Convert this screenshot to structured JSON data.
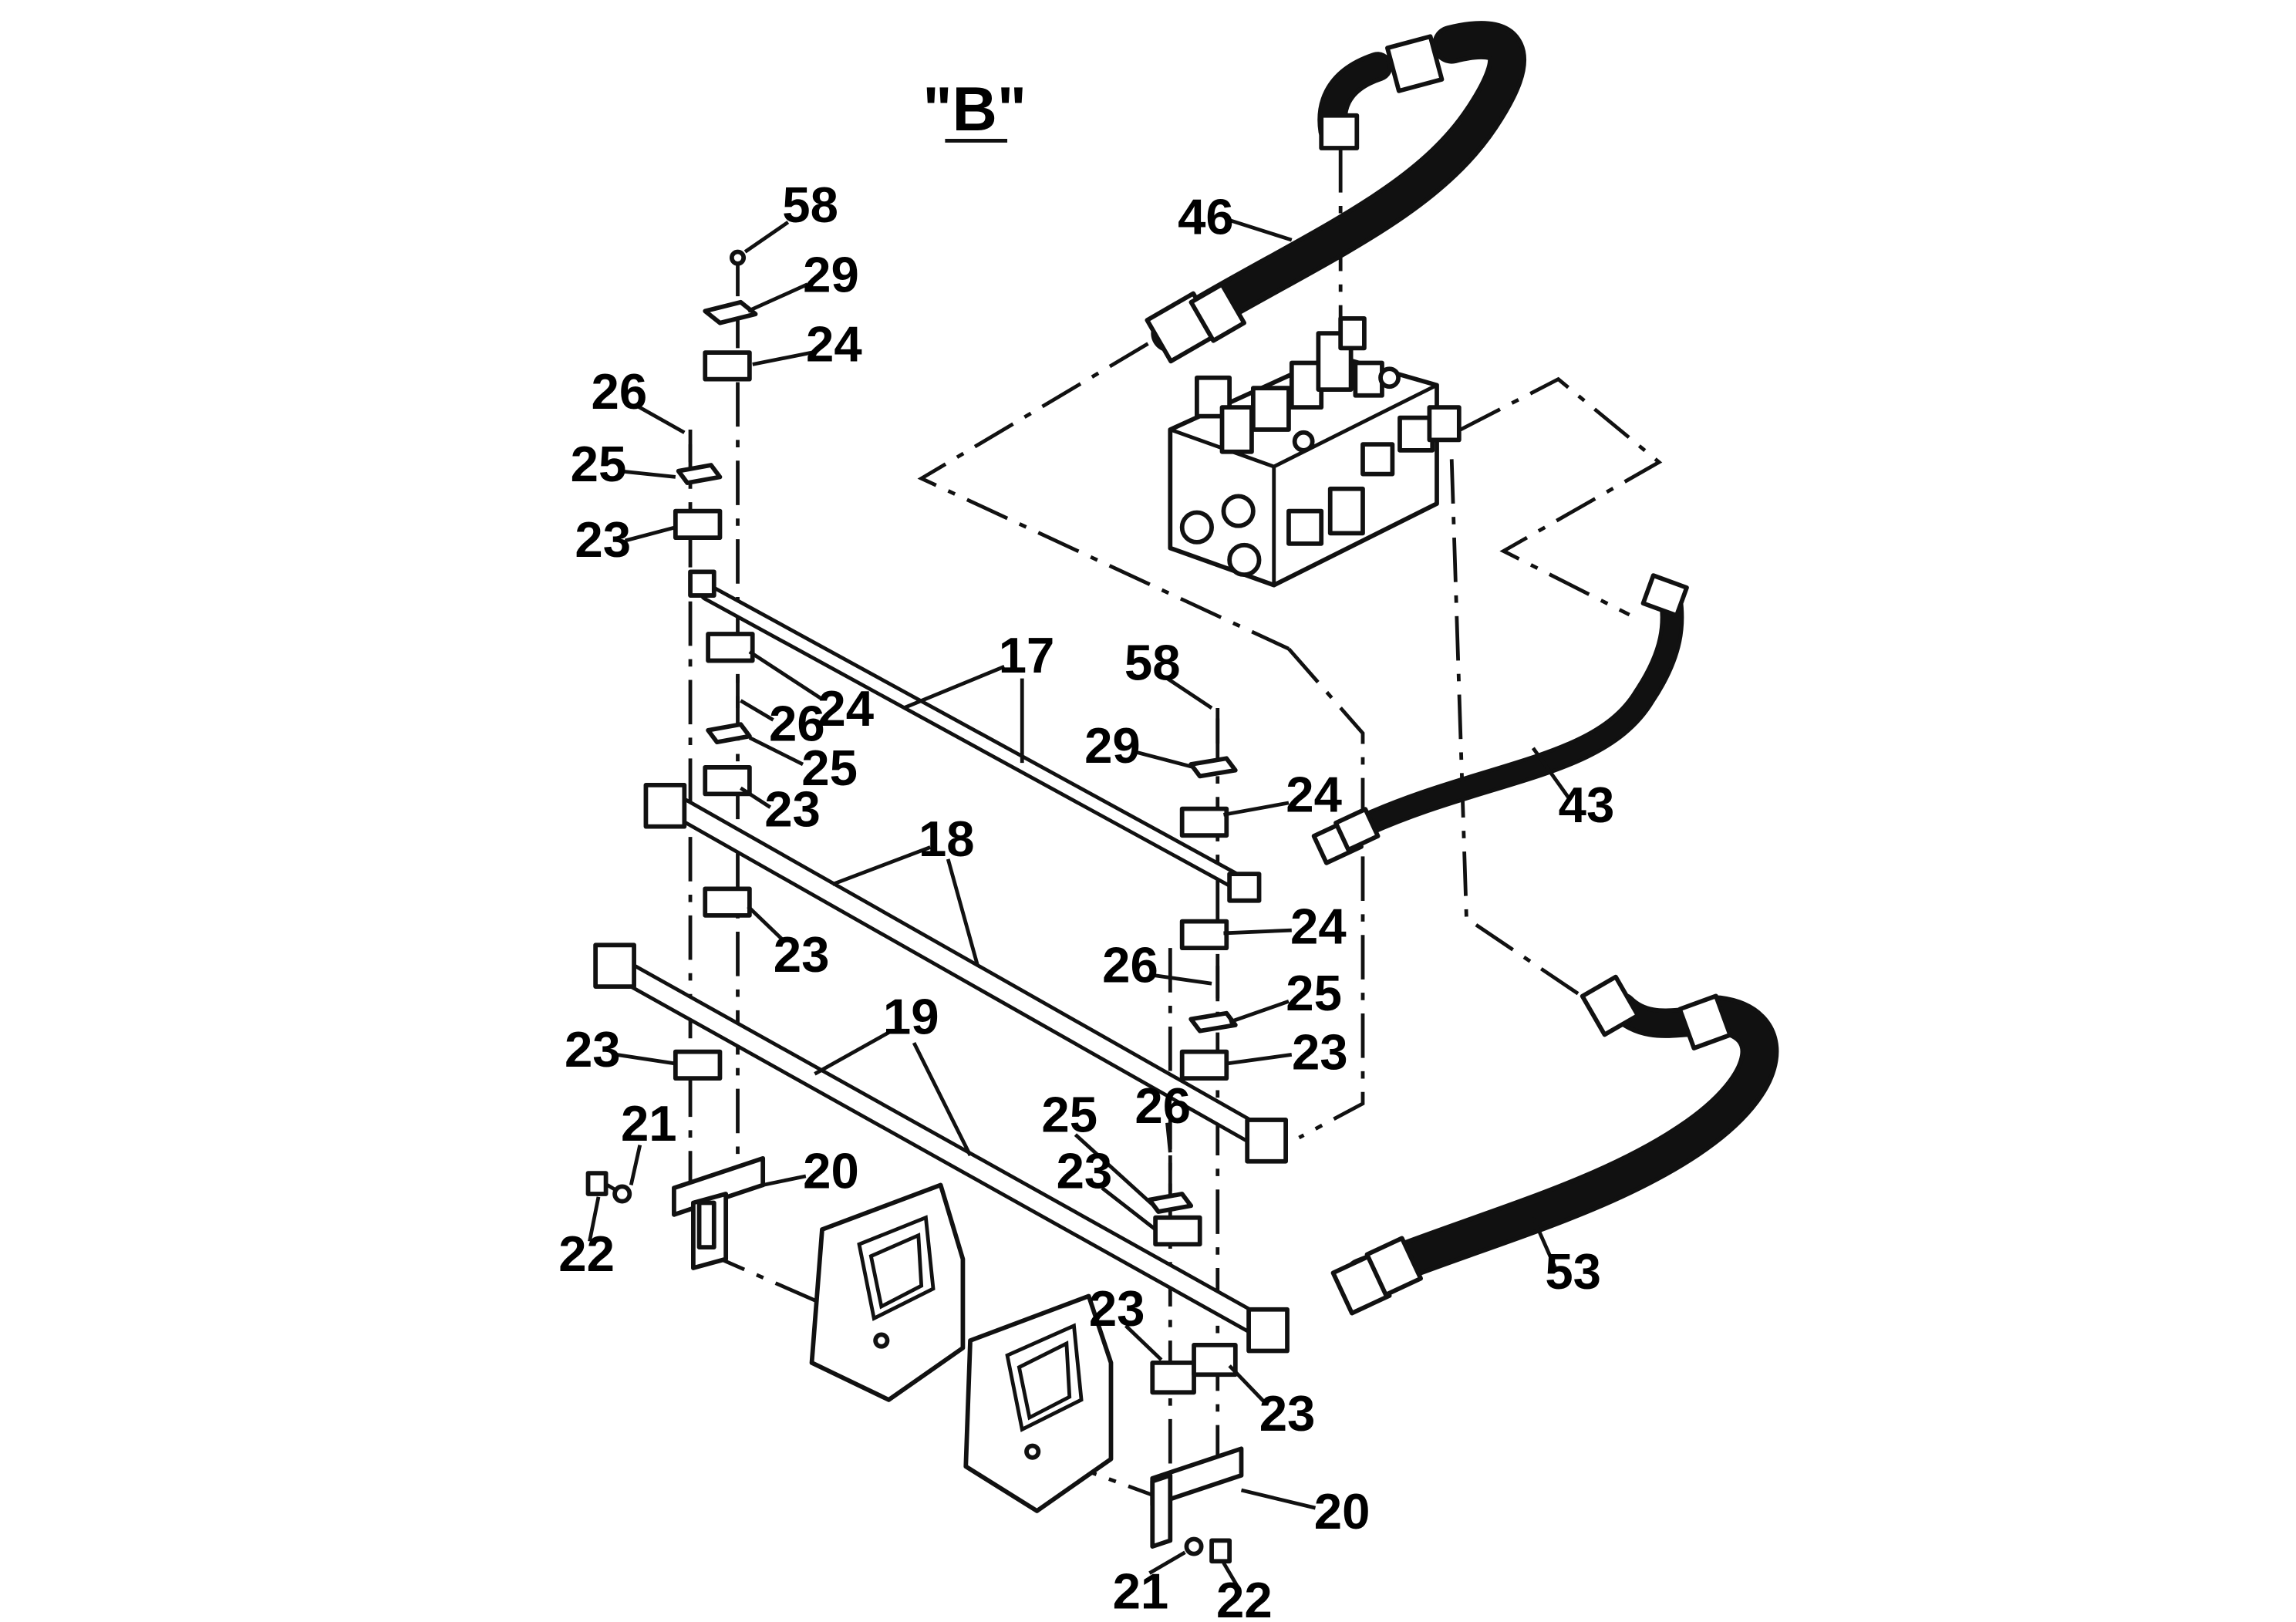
{
  "view": {
    "title": "\"B\""
  },
  "callouts": {
    "c46": "46",
    "c58_top": "58",
    "c29_top": "29",
    "c24_top": "24",
    "c26_l1": "26",
    "c25_l1": "25",
    "c23_l1": "23",
    "c17": "17",
    "c24_l2": "24",
    "c26_l2": "26",
    "c25_l2": "25",
    "c23_l2": "23",
    "c58_mid": "58",
    "c29_mid": "29",
    "c24_mid": "24",
    "c24_mid2": "24",
    "c43": "43",
    "c18": "18",
    "c23_l3": "23",
    "c26_mid": "26",
    "c25_mid": "25",
    "c23_mid": "23",
    "c23_l4": "23",
    "c19": "19",
    "c21_l": "21",
    "c22_l": "22",
    "c20_l": "20",
    "c25_low": "25",
    "c26_low": "26",
    "c23_low": "23",
    "c53": "53",
    "c23_b1": "23",
    "c23_b2": "23",
    "c20_r": "20",
    "c21_r": "21",
    "c22_r": "22"
  }
}
